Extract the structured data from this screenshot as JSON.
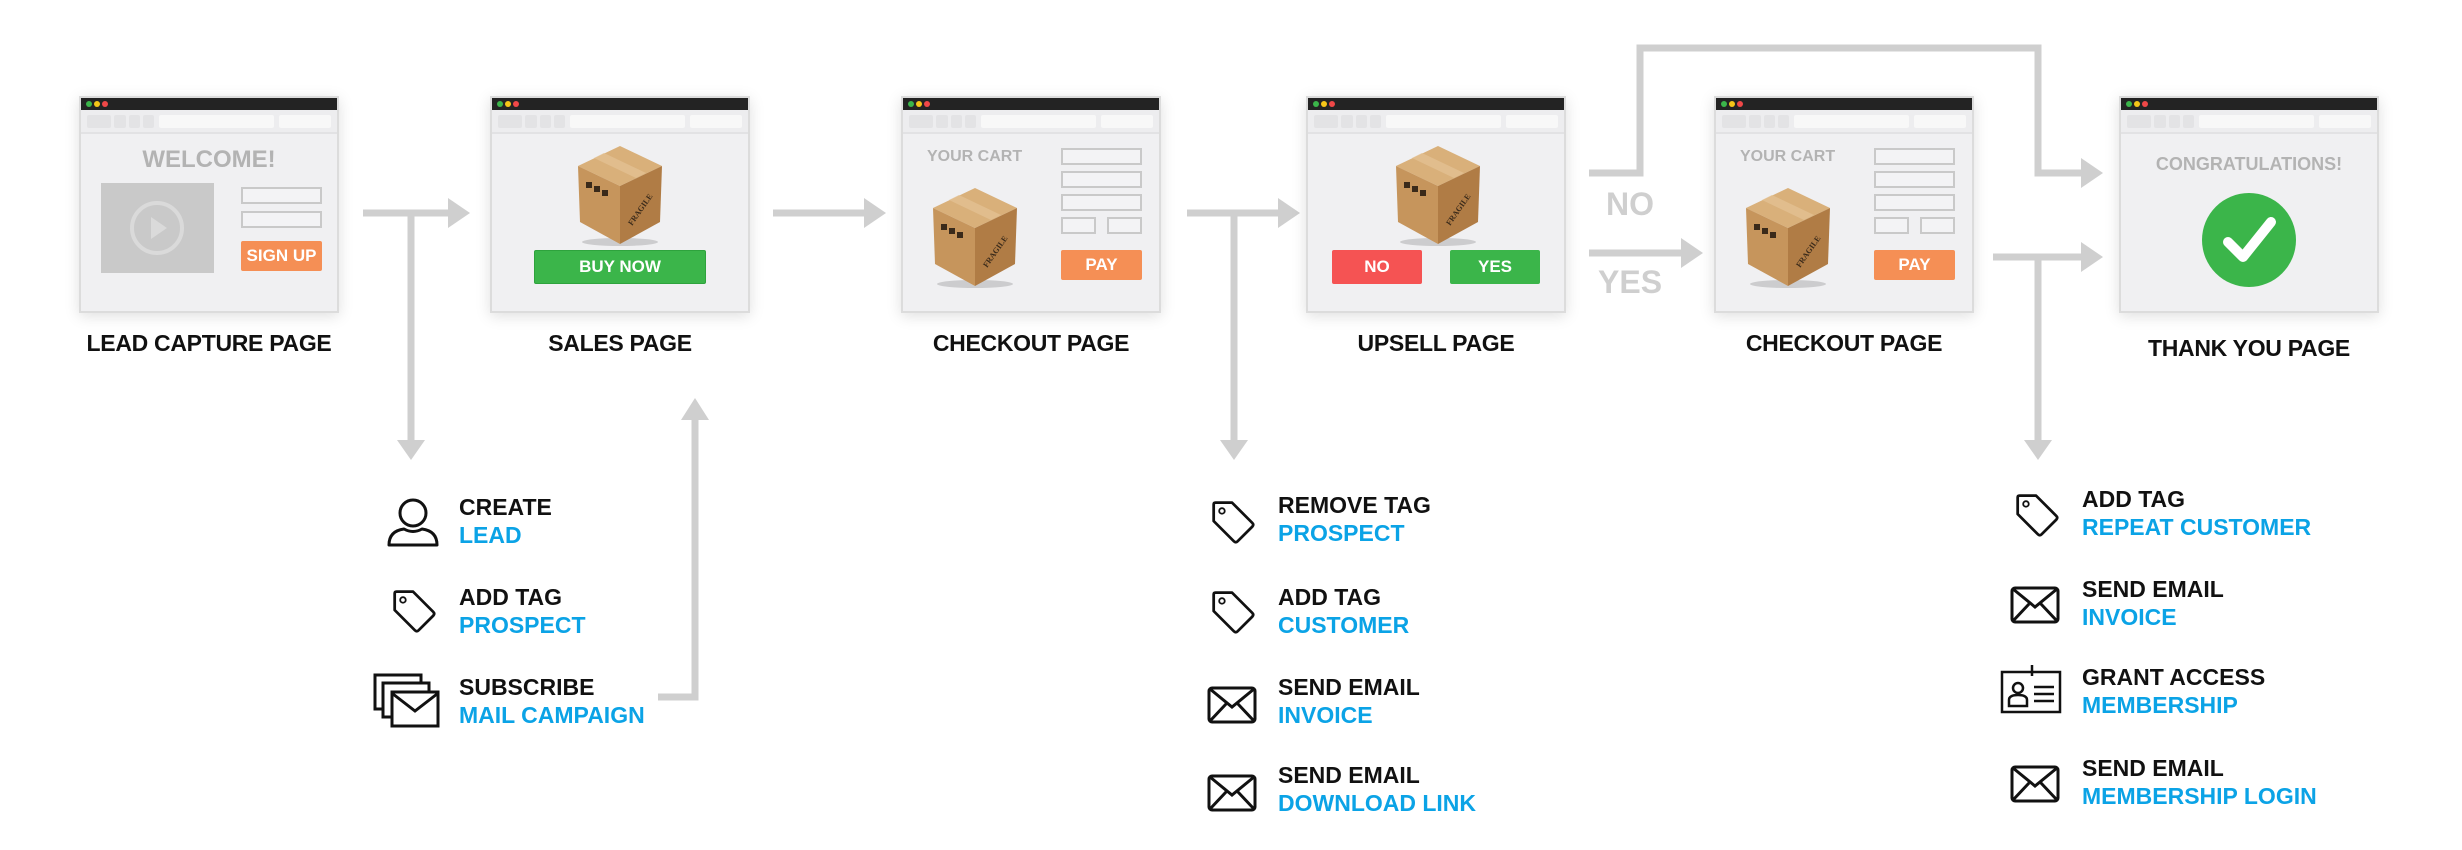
{
  "colors": {
    "connector": "#cfcfcf",
    "accent_blue": "#0ba3e6",
    "orange": "#f58f55",
    "green": "#3bb54a",
    "red": "#f55353"
  },
  "pages": {
    "lead_capture": {
      "label": "LEAD CAPTURE PAGE",
      "heading": "WELCOME!",
      "button": "SIGN UP"
    },
    "sales": {
      "label": "SALES PAGE",
      "button": "BUY NOW",
      "box_text": "FRAGILE"
    },
    "checkout1": {
      "label": "CHECKOUT PAGE",
      "heading": "YOUR CART",
      "button": "PAY"
    },
    "upsell": {
      "label": "UPSELL PAGE",
      "no": "NO",
      "yes": "YES"
    },
    "checkout2": {
      "label": "CHECKOUT PAGE",
      "heading": "YOUR CART",
      "button": "PAY"
    },
    "thank_you": {
      "label": "THANK YOU PAGE",
      "heading": "CONGRATULATIONS!"
    }
  },
  "branches": {
    "no": "NO",
    "yes": "YES"
  },
  "actions": {
    "lead": [
      {
        "icon": "user-icon",
        "action": "CREATE",
        "target": "LEAD"
      },
      {
        "icon": "tag-icon",
        "action": "ADD TAG",
        "target": "PROSPECT"
      },
      {
        "icon": "mail-stack-icon",
        "action": "SUBSCRIBE",
        "target": "MAIL CAMPAIGN"
      }
    ],
    "checkout": [
      {
        "icon": "tag-icon",
        "action": "REMOVE TAG",
        "target": "PROSPECT"
      },
      {
        "icon": "tag-icon",
        "action": "ADD TAG",
        "target": "CUSTOMER"
      },
      {
        "icon": "envelope-icon",
        "action": "SEND EMAIL",
        "target": "INVOICE"
      },
      {
        "icon": "envelope-icon",
        "action": "SEND EMAIL",
        "target": "DOWNLOAD LINK"
      }
    ],
    "thank_you": [
      {
        "icon": "tag-icon",
        "action": "ADD TAG",
        "target": "REPEAT CUSTOMER"
      },
      {
        "icon": "envelope-icon",
        "action": "SEND EMAIL",
        "target": "INVOICE"
      },
      {
        "icon": "id-card-icon",
        "action": "GRANT ACCESS",
        "target": "MEMBERSHIP"
      },
      {
        "icon": "envelope-icon",
        "action": "SEND EMAIL",
        "target": "MEMBERSHIP LOGIN"
      }
    ]
  }
}
